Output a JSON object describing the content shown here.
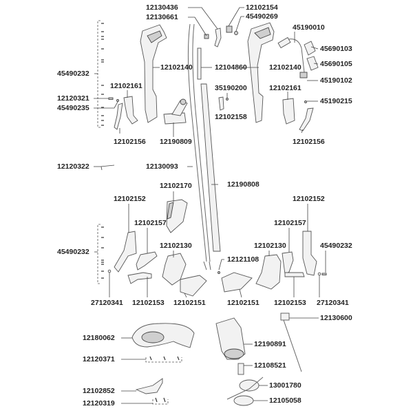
{
  "diagram": {
    "title": "Exploded parts diagram - electric grass trimmer",
    "labels": {
      "p12130436": "12130436",
      "p12130661": "12130661",
      "p12102154": "12102154",
      "p45490269": "45490269",
      "p45190010": "45190010",
      "p45690103": "45690103",
      "p45690105": "45690105",
      "p45190102": "45190102",
      "p45190215": "45190215",
      "p45490232_top": "45490232",
      "p12102140_left": "12102140",
      "p12102140_right": "12102140",
      "p12104860": "12104860",
      "p12102161_left": "12102161",
      "p12102161_right": "12102161",
      "p12120321": "12120321",
      "p45490235": "45490235",
      "p35190200": "35190200",
      "p12102158": "12102158",
      "p12102156_left": "12102156",
      "p12102156_right": "12102156",
      "p12190809": "12190809",
      "p12120322": "12120322",
      "p12130093": "12130093",
      "p12190808": "12190808",
      "p12102170": "12102170",
      "p12102152_left": "12102152",
      "p12102152_right": "12102152",
      "p12102157_left": "12102157",
      "p12102157_right": "12102157",
      "p45490232_midleft": "45490232",
      "p45490232_midright": "45490232",
      "p12102130_left": "12102130",
      "p12102130_right": "12102130",
      "p12121108": "12121108",
      "p27120341_left": "27120341",
      "p27120341_right": "27120341",
      "p12102153_left": "12102153",
      "p12102153_right": "12102153",
      "p12102151_left": "12102151",
      "p12102151_right": "12102151",
      "p12130600": "12130600",
      "p12180062": "12180062",
      "p12190891": "12190891",
      "p12120371": "12120371",
      "p12108521": "12108521",
      "p13001780": "13001780",
      "p12102852": "12102852",
      "p12105058": "12105058",
      "p12120319": "12120319"
    }
  }
}
